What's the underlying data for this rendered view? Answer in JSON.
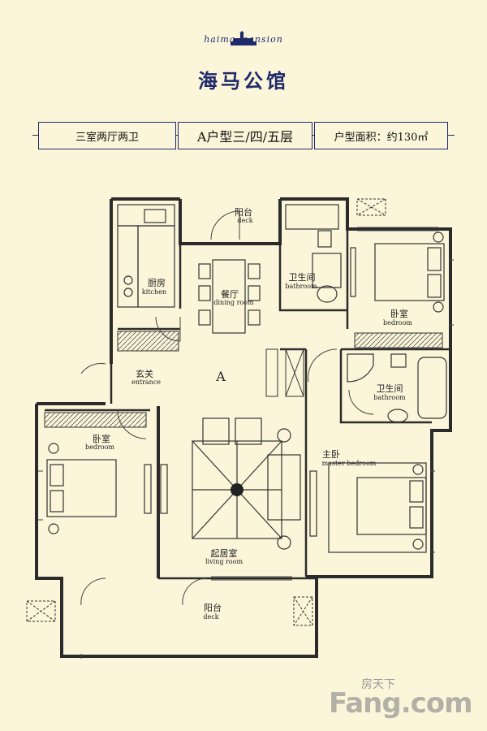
{
  "header": {
    "brand_script": "haima mansion",
    "brand_title": "海马公馆"
  },
  "info_bar": {
    "layout": "三室两厅两卫",
    "unit_floors": "A户型三/四/五层",
    "area": "户型面积：约130㎡"
  },
  "unit_marker": "A",
  "rooms": {
    "deck_top": {
      "cn": "阳台",
      "en": "deck"
    },
    "kitchen": {
      "cn": "厨房",
      "en": "kitchen"
    },
    "dining": {
      "cn": "餐厅",
      "en": "dining room"
    },
    "bath_top": {
      "cn": "卫生间",
      "en": "bathroom"
    },
    "bedroom_ne": {
      "cn": "卧室",
      "en": "bedroom"
    },
    "entrance": {
      "cn": "玄关",
      "en": "entrance"
    },
    "bath_right": {
      "cn": "卫生间",
      "en": "bathroom"
    },
    "bedroom_w": {
      "cn": "卧室",
      "en": "bedroom"
    },
    "master": {
      "cn": "主卧",
      "en": "master   bedroom"
    },
    "living": {
      "cn": "起居室",
      "en": "living room"
    },
    "deck_bottom": {
      "cn": "阳台",
      "en": "deck"
    }
  },
  "watermark": {
    "cn": "房天下",
    "en": "Fang.com"
  },
  "colors": {
    "wall": "#2b2b2b",
    "brand": "#1f2a6b",
    "background": "#fbf6d9"
  }
}
